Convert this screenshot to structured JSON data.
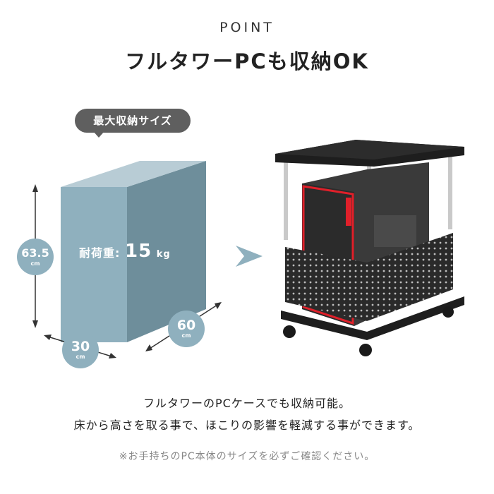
{
  "header": {
    "eyebrow": "POINT",
    "headline": "フルタワーPCも収納OK"
  },
  "max_size": {
    "badge": "最大収納サイズ",
    "load_label": "耐荷重:",
    "load_value": "15",
    "load_unit": "kg",
    "height": {
      "value": "63.5",
      "unit": "cm"
    },
    "depth": {
      "value": "60",
      "unit": "cm"
    },
    "width": {
      "value": "30",
      "unit": "cm"
    }
  },
  "description": {
    "line1": "フルタワーのPCケースでも収納可能。",
    "line2": "床から高さを取る事で、ほこりの影響を軽減する事ができます。"
  },
  "note": "※お手持ちのPC本体のサイズを必ずご確認ください。",
  "colors": {
    "box_front": "#8fb0be",
    "box_side": "#6e8e9b",
    "box_top": "#b8ccd5",
    "badge_bg": "#5f5f5f",
    "pc_accent": "#e0202a"
  }
}
